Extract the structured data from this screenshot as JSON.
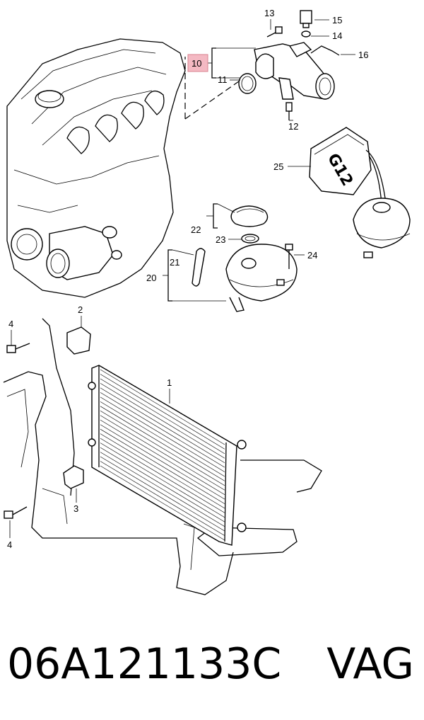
{
  "diagram": {
    "highlighted_callout": "10",
    "callouts": [
      "1",
      "2",
      "3",
      "4",
      "4",
      "11",
      "12",
      "13",
      "14",
      "15",
      "16",
      "20",
      "21",
      "22",
      "23",
      "24",
      "25"
    ],
    "reservoir_marking": "G12",
    "highlight_color": "#f4b9c3"
  },
  "footer": {
    "part_number": "06A121133C",
    "brand": "VAG"
  }
}
